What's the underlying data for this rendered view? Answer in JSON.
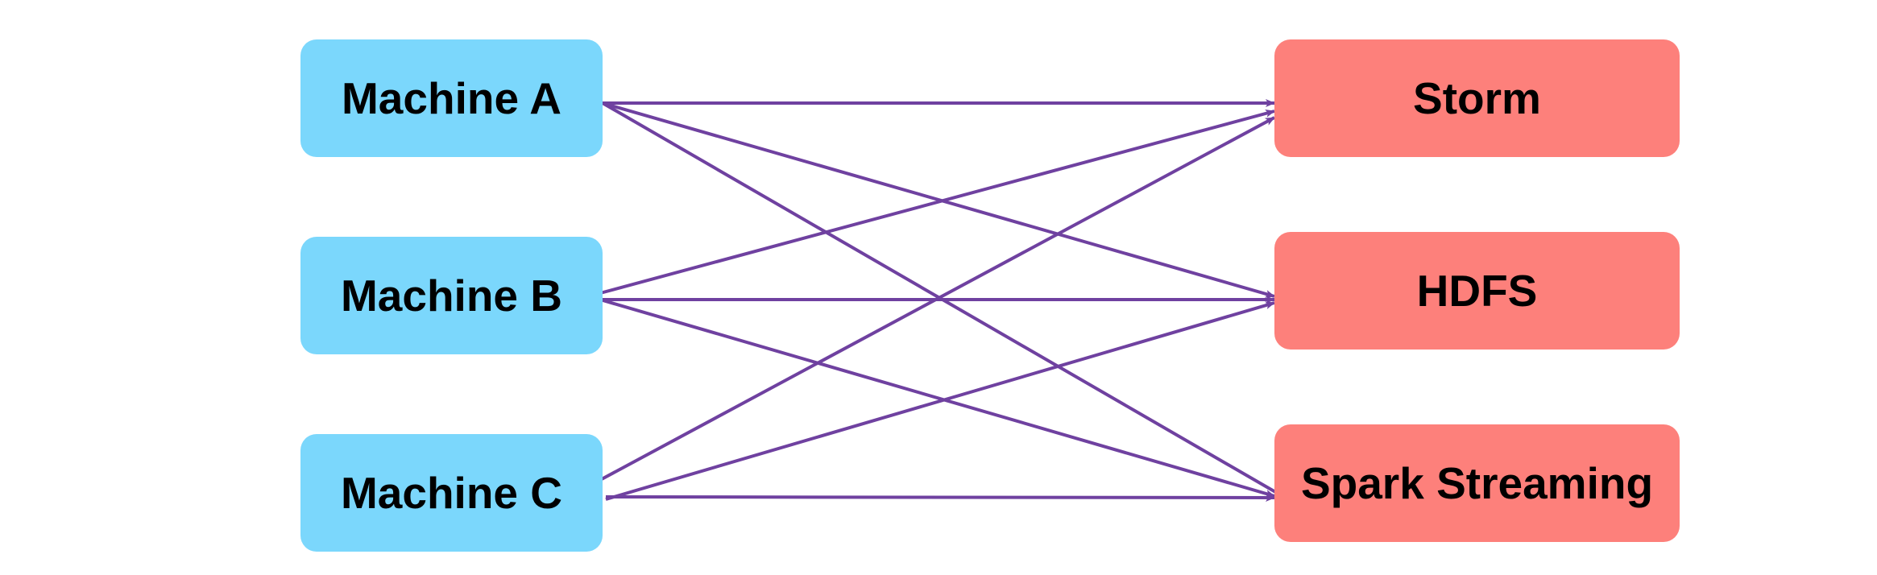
{
  "colors": {
    "source_fill": "#7bd7fc",
    "target_fill": "#fd807b",
    "edge": "#6f41a0"
  },
  "sources": [
    {
      "id": "machine-a",
      "label": "Machine A"
    },
    {
      "id": "machine-b",
      "label": "Machine B"
    },
    {
      "id": "machine-c",
      "label": "Machine C"
    }
  ],
  "targets": [
    {
      "id": "storm",
      "label": "Storm"
    },
    {
      "id": "hdfs",
      "label": "HDFS"
    },
    {
      "id": "spark-streaming",
      "label": "Spark Streaming"
    }
  ],
  "edges": [
    {
      "from": "machine-a",
      "to": "storm"
    },
    {
      "from": "machine-a",
      "to": "hdfs"
    },
    {
      "from": "machine-a",
      "to": "spark-streaming"
    },
    {
      "from": "machine-b",
      "to": "storm"
    },
    {
      "from": "machine-b",
      "to": "hdfs"
    },
    {
      "from": "machine-b",
      "to": "spark-streaming"
    },
    {
      "from": "machine-c",
      "to": "storm"
    },
    {
      "from": "machine-c",
      "to": "hdfs"
    },
    {
      "from": "machine-c",
      "to": "spark-streaming"
    }
  ]
}
